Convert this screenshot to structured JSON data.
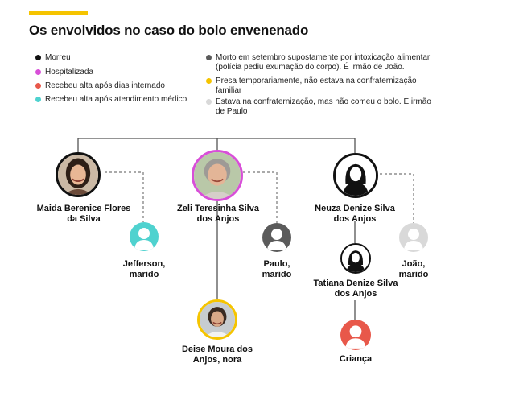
{
  "title": "Os envolvidos no caso do bolo envenenado",
  "colors": {
    "accent": "#f5c400",
    "died": "#111111",
    "hospitalized": "#d84fd8",
    "discharged_days": "#e8584a",
    "discharged_care": "#4fd2cf",
    "died_september": "#5b5b5b",
    "detained": "#f5c400",
    "not_eaten": "#d9d9d9"
  },
  "legend": {
    "died": "Morreu",
    "hospitalized": "Hospitalizada",
    "discharged_days": "Recebeu alta após dias internado",
    "discharged_care": "Recebeu alta após atendimento médico",
    "died_september": "Morto em setembro supostamente por intoxicação alimentar (polícia pediu exumação do corpo). É irmão de João.",
    "detained": "Presa temporariamente, não estava na confraternização familiar",
    "not_eaten": "Estava na confraternização, mas não comeu o bolo. É irmão de Paulo"
  },
  "people": {
    "maida": "Maida Berenice Flores da Silva",
    "zeli": "Zeli Teresinha Silva dos Anjos",
    "neuza": "Neuza Denize Silva dos Anjos",
    "jefferson": "Jefferson, marido",
    "paulo": "Paulo, marido",
    "joao": "João, marido",
    "tatiana": "Tatiana Denize Silva dos Anjos",
    "deise": "Deise Moura dos Anjos, nora",
    "crianca": "Criança"
  }
}
